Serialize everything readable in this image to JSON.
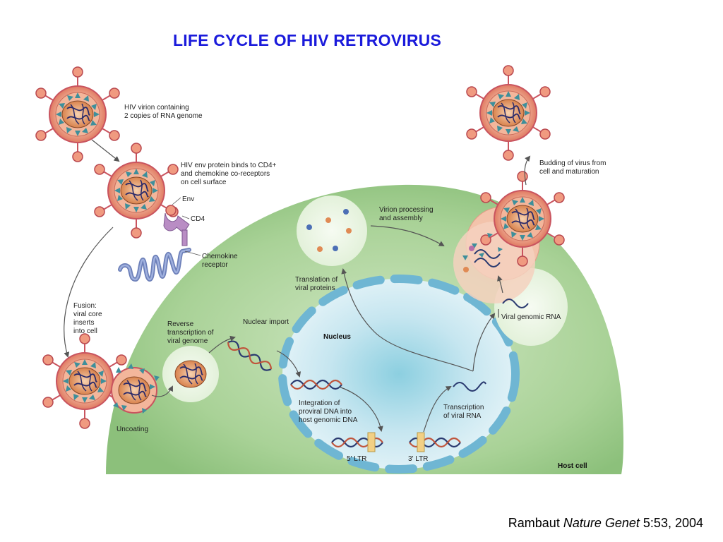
{
  "title": "LIFE CYCLE OF HIV RETROVIRUS",
  "labels": {
    "virion": [
      "HIV virion containing",
      "2 copies of RNA genome"
    ],
    "binding": [
      "HIV env protein binds to CD4+",
      "and chemokine co-receptors",
      "on cell surface"
    ],
    "env": "Env",
    "cd4": "CD4",
    "chemokine": [
      "Chemokine",
      "receptor"
    ],
    "fusion": [
      "Fusion:",
      "viral core",
      "inserts",
      "into cell"
    ],
    "uncoating": "Uncoating",
    "reverse_transcription": [
      "Reverse",
      "transcription of",
      "viral genome"
    ],
    "nuclear_import": "Nuclear import",
    "nucleus": "Nucleus",
    "integration": [
      "Integration of",
      "proviral DNA into",
      "host genomic DNA"
    ],
    "ltr5": "5' LTR",
    "ltr3": "3' LTR",
    "transcription": [
      "Transcription",
      "of viral RNA"
    ],
    "translation": [
      "Translation of",
      "viral proteins"
    ],
    "virion_processing": [
      "Virion processing",
      "and assembly"
    ],
    "viral_genomic_rna": "Viral genomic RNA",
    "budding": [
      "Budding of virus from",
      "cell and maturation"
    ],
    "host_cell": "Host cell"
  },
  "citation": {
    "author": "Rambaut",
    "journal": "Nature Genet",
    "ref": "5:53, 2004"
  },
  "colors": {
    "title": "#1a1adb",
    "host_cell": "#9cc98e",
    "nucleus": "#cfe9f2",
    "nuclear_envelope": "#72b9d6",
    "virion_shell": "#e8806a",
    "virion_core": "#d98a56",
    "spike": "#c1495a",
    "chemokine_receptor": "#8a9ac8"
  }
}
